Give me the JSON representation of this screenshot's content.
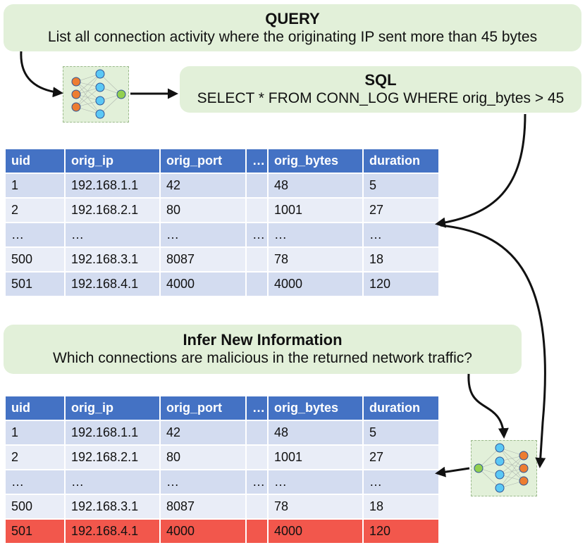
{
  "query": {
    "title": "QUERY",
    "text": "List all connection activity where the originating IP sent more than 45 bytes"
  },
  "sql": {
    "title": "SQL",
    "text": "SELECT * FROM CONN_LOG WHERE orig_bytes > 45"
  },
  "infer": {
    "title": "Infer New Information",
    "text": "Which connections are malicious in the returned network traffic?"
  },
  "colors": {
    "bubble": "#e2f0d9",
    "header": "#4472c4",
    "row_odd": "#d3dcf0",
    "row_even": "#e9edf7",
    "malicious_row": "#f2574c",
    "node_input": "#ed7d31",
    "node_hidden": "#5bc8f5",
    "node_output": "#92d050"
  },
  "icons": [
    "neural-network-icon-forward",
    "neural-network-icon-reverse"
  ],
  "table_top": {
    "columns": [
      "uid",
      "orig_ip",
      "orig_port",
      "…",
      "orig_bytes",
      "duration"
    ],
    "rows": [
      [
        "1",
        "192.168.1.1",
        "42",
        "",
        "48",
        "5"
      ],
      [
        "2",
        "192.168.2.1",
        "80",
        "",
        "1001",
        "27"
      ],
      [
        "…",
        "…",
        "…",
        "…",
        "…",
        "…"
      ],
      [
        "500",
        "192.168.3.1",
        "8087",
        "",
        "78",
        "18"
      ],
      [
        "501",
        "192.168.4.1",
        "4000",
        "",
        "4000",
        "120"
      ]
    ]
  },
  "table_bottom": {
    "columns": [
      "uid",
      "orig_ip",
      "orig_port",
      "…",
      "orig_bytes",
      "duration"
    ],
    "rows": [
      [
        "1",
        "192.168.1.1",
        "42",
        "",
        "48",
        "5"
      ],
      [
        "2",
        "192.168.2.1",
        "80",
        "",
        "1001",
        "27"
      ],
      [
        "…",
        "…",
        "…",
        "…",
        "…",
        "…"
      ],
      [
        "500",
        "192.168.3.1",
        "8087",
        "",
        "78",
        "18"
      ],
      [
        "501",
        "192.168.4.1",
        "4000",
        "",
        "4000",
        "120"
      ]
    ],
    "flagged_row_index": 4
  }
}
